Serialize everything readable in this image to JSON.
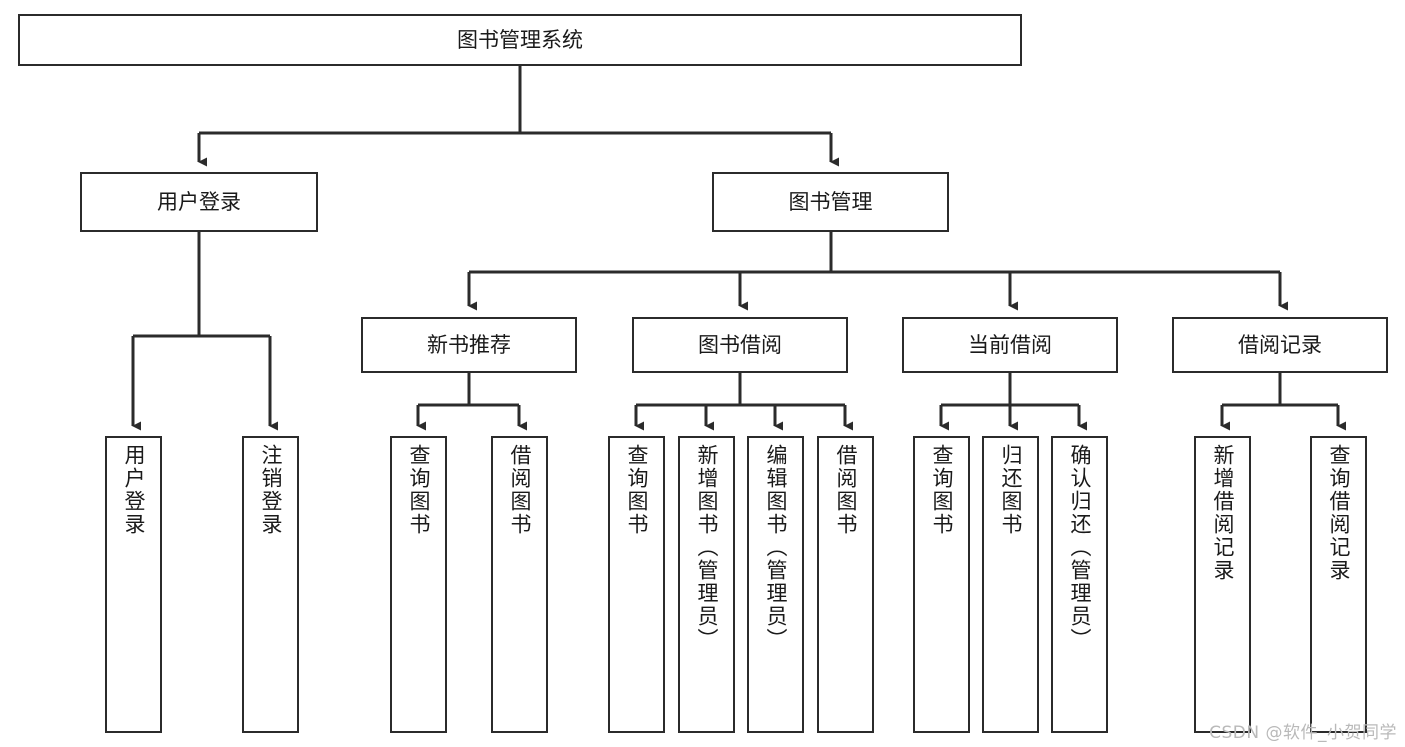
{
  "diagram": {
    "type": "tree-hierarchy-chart",
    "title": "图书管理系统",
    "watermark": "CSDN @软件_小贺同学",
    "colors": {
      "box_stroke": "#2b2b2b",
      "box_fill": "#ffffff",
      "connector": "#2b2b2b",
      "background": "#ffffff",
      "watermark": "#b9b9b9"
    },
    "levels": {
      "root": {
        "label": "图书管理系统"
      },
      "level2": [
        {
          "id": "user-login",
          "label": "用户登录"
        },
        {
          "id": "book-manage",
          "label": "图书管理"
        }
      ],
      "level3": [
        {
          "id": "new-book-recommend",
          "label": "新书推荐",
          "parent": "book-manage"
        },
        {
          "id": "book-borrow",
          "label": "图书借阅",
          "parent": "book-manage"
        },
        {
          "id": "current-borrow",
          "label": "当前借阅",
          "parent": "book-manage"
        },
        {
          "id": "borrow-record",
          "label": "借阅记录",
          "parent": "book-manage"
        }
      ],
      "leaves": [
        {
          "id": "leaf-user-login",
          "label": "用户登录",
          "parent": "user-login"
        },
        {
          "id": "leaf-logout",
          "label": "注销登录",
          "parent": "user-login"
        },
        {
          "id": "leaf-query-book-1",
          "label": "查询图书",
          "parent": "new-book-recommend"
        },
        {
          "id": "leaf-borrow-book-1",
          "label": "借阅图书",
          "parent": "new-book-recommend"
        },
        {
          "id": "leaf-query-book-2",
          "label": "查询图书",
          "parent": "book-borrow"
        },
        {
          "id": "leaf-add-book",
          "label": "新增图书（管理员）",
          "parent": "book-borrow"
        },
        {
          "id": "leaf-edit-book",
          "label": "编辑图书（管理员）",
          "parent": "book-borrow"
        },
        {
          "id": "leaf-borrow-book-2",
          "label": "借阅图书",
          "parent": "book-borrow"
        },
        {
          "id": "leaf-query-book-3",
          "label": "查询图书",
          "parent": "current-borrow"
        },
        {
          "id": "leaf-return-book",
          "label": "归还图书",
          "parent": "current-borrow"
        },
        {
          "id": "leaf-confirm-return",
          "label": "确认归还（管理员）",
          "parent": "current-borrow"
        },
        {
          "id": "leaf-add-record",
          "label": "新增借阅记录",
          "parent": "borrow-record"
        },
        {
          "id": "leaf-query-record",
          "label": "查询借阅记录",
          "parent": "borrow-record"
        }
      ]
    }
  }
}
